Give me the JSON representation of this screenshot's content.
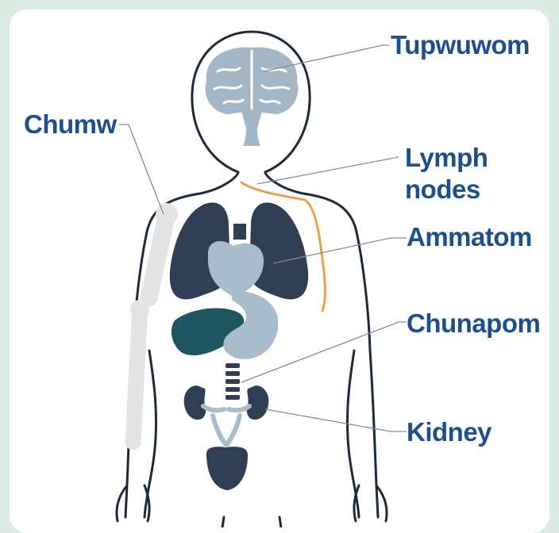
{
  "labels": {
    "brain": "Tupwuwom",
    "bone": "Chumw",
    "lymph_line1": "Lymph",
    "lymph_line2": "nodes",
    "lungs": "Ammatom",
    "stomach": "Chunapom",
    "kidney": "Kidney"
  },
  "colors": {
    "background": "#dcebe4",
    "label_text": "#1c4f8c",
    "outline": "#1e2a3a",
    "lungs": "#2f3e52",
    "liver": "#1f5561",
    "organ_light": "#a9bccb",
    "brain": "#a3b7c6",
    "bone": "#e4e4e4",
    "lymph": "#e8a24b",
    "leader_line": "#8a8a8a"
  }
}
